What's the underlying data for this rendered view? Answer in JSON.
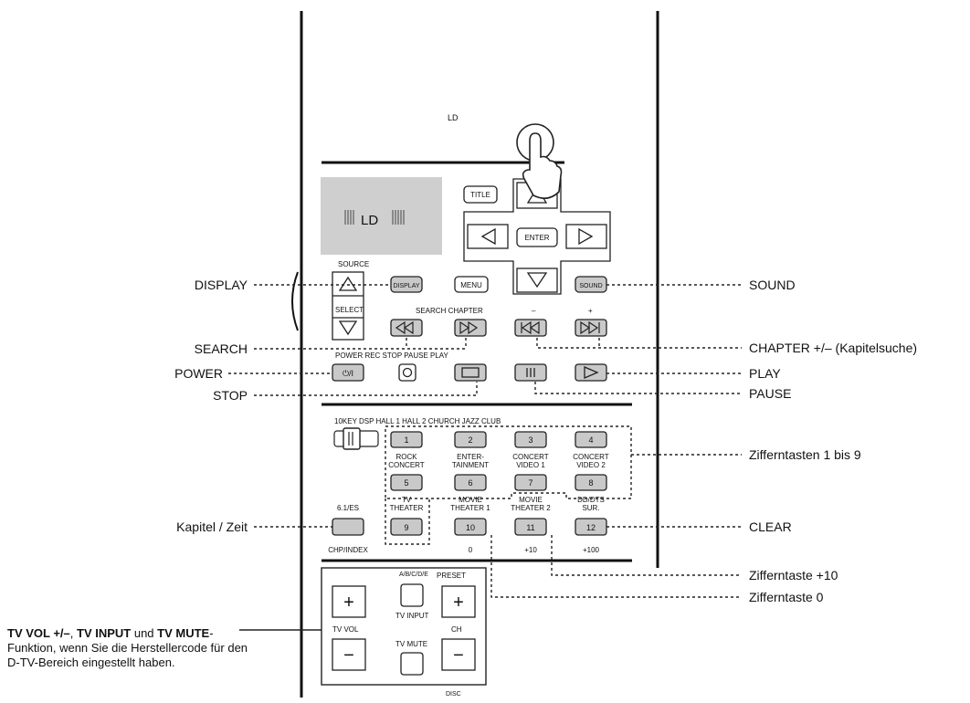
{
  "remote": {
    "ld_label": "LD",
    "display_text": "LD",
    "source_label": "SOURCE",
    "select_label": "SELECT",
    "buttons": {
      "title": "TITLE",
      "enter": "ENTER",
      "display": "DISPLAY",
      "menu": "MENU",
      "sound": "SOUND",
      "tv_vol": "TV VOL",
      "tv_input": "TV INPUT",
      "tv_mute": "TV MUTE",
      "ch": "CH",
      "plus": "+",
      "minus": "−"
    },
    "search_chapter_label": "SEARCH CHAPTER",
    "chapter_minus": "–",
    "chapter_plus": "+",
    "transport_labels": "POWER REC STOP PAUSE PLAY",
    "power_symbol": "⏻/I",
    "dsp_header": "10KEY DSP HALL 1 HALL 2 CHURCH JAZZ CLUB",
    "keys": [
      {
        "num": "1",
        "top": ""
      },
      {
        "num": "2",
        "top": ""
      },
      {
        "num": "3",
        "top": ""
      },
      {
        "num": "4",
        "top": ""
      },
      {
        "num": "5",
        "top": "ROCK",
        "top2": "CONCERT"
      },
      {
        "num": "6",
        "top": "ENTER-",
        "top2": "TAINMENT"
      },
      {
        "num": "7",
        "top": "CONCERT",
        "top2": "VIDEO 1"
      },
      {
        "num": "8",
        "top": "CONCERT",
        "top2": "VIDEO 2"
      },
      {
        "num": "9",
        "top": "TV",
        "top2": "THEATER"
      },
      {
        "num": "10",
        "top": "MOVIE",
        "top2": "THEATER 1"
      },
      {
        "num": "11",
        "top": "MOVIE",
        "top2": "THEATER 2"
      },
      {
        "num": "12",
        "top": "DD/DTS",
        "top2": "SUR."
      }
    ],
    "es_label": "6.1/ES",
    "chp_index": "CHP/INDEX",
    "key_bottom": [
      "0",
      "+10",
      "+100"
    ],
    "abcde": "A/B/C/D/E",
    "preset": "PRESET",
    "disc": "DISC"
  },
  "callouts": {
    "display": "DISPLAY",
    "search": "SEARCH",
    "power": "POWER",
    "stop": "STOP",
    "kapitel_zeit": "Kapitel / Zeit",
    "sound": "SOUND",
    "chapter": "CHAPTER +/– (Kapitelsuche)",
    "play": "PLAY",
    "pause": "PAUSE",
    "ziffern_1_9": "Zifferntasten 1 bis 9",
    "clear": "CLEAR",
    "ziffer_plus10": "Zifferntaste +10",
    "ziffer_0": "Zifferntaste 0"
  },
  "note": {
    "b1": "TV VOL +/–",
    "t1": ", ",
    "b2": "TV INPUT",
    "t2": " und ",
    "b3": "TV MUTE",
    "t3": "-Funktion, wenn Sie die Herstellercode für den D-TV-Bereich eingestellt haben."
  },
  "colors": {
    "button_fill": "#c9c9c9",
    "display_fill": "#cfcfcf",
    "line": "#111111"
  }
}
